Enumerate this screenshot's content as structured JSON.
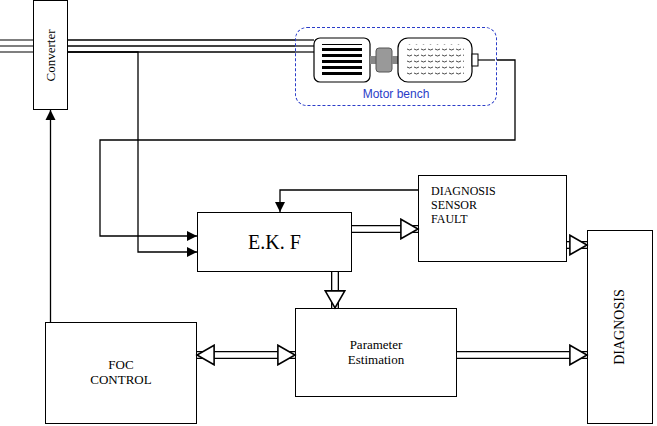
{
  "diagram": {
    "nodes": [
      {
        "text": [
          "Converter"
        ]
      },
      {
        "text": [
          "Motor bench"
        ]
      },
      {
        "text": [
          "E.K. F"
        ]
      },
      {
        "text": [
          "DIAGNOSIS SENSOR FAULT"
        ]
      },
      {
        "text": [
          "DIAGNOSIS"
        ]
      },
      {
        "text": [
          "Parameter Estimation"
        ]
      },
      {
        "text": [
          "FOC CONTROL"
        ]
      }
    ],
    "edges": [
      {
        "from": 6,
        "to": 0,
        "arrow": "to"
      },
      {
        "from": 0,
        "to": 1,
        "arrow": "none"
      },
      {
        "from": 1,
        "to": 2,
        "arrow": "to"
      },
      {
        "from": 0,
        "to": 2,
        "arrow": "to"
      },
      {
        "from": 3,
        "to": 2,
        "arrow": "to"
      },
      {
        "from": 2,
        "to": 3,
        "arrow": "to"
      },
      {
        "from": 2,
        "to": 5,
        "arrow": "to"
      },
      {
        "from": 5,
        "to": 6,
        "arrow": "both"
      },
      {
        "from": 5,
        "to": 4,
        "arrow": "to"
      },
      {
        "from": 3,
        "to": 4,
        "arrow": "to"
      }
    ]
  }
}
